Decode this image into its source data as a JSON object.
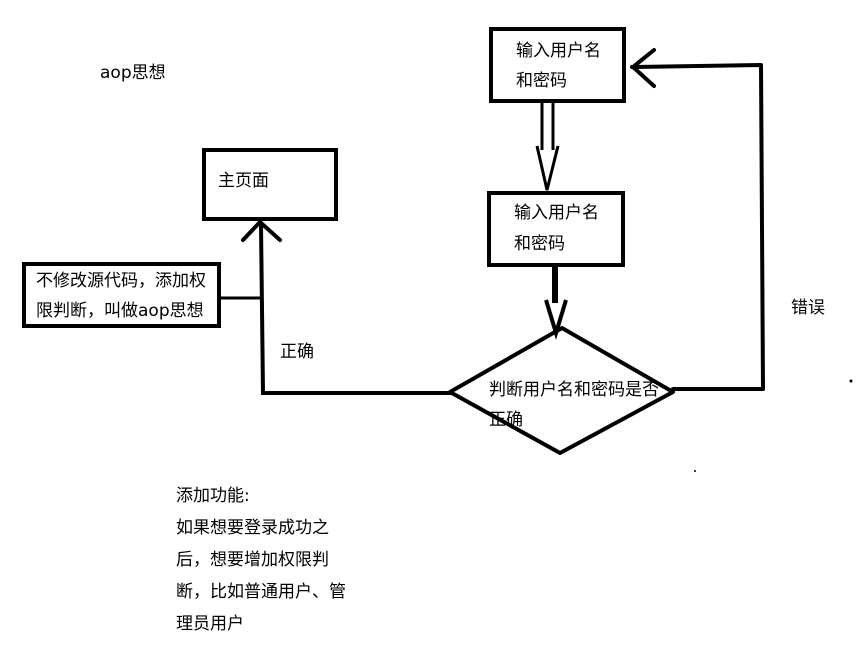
{
  "title": "aop思想",
  "boxes": {
    "input_top": [
      "输入用户名",
      "和密码"
    ],
    "input_mid": [
      "输入用户名",
      "和密码"
    ],
    "main_page": "主页面",
    "aop_note": [
      "不修改源代码，添加权",
      "限判断，叫做aop思想"
    ]
  },
  "decision": [
    "判断用户名和密码是否",
    "正确"
  ],
  "edges": {
    "correct": "正确",
    "wrong": "错误"
  },
  "notes": [
    "添加功能:",
    "如果想要登录成功之",
    "后，想要增加权限判",
    "断，比如普通用户、管",
    "理员用户"
  ]
}
